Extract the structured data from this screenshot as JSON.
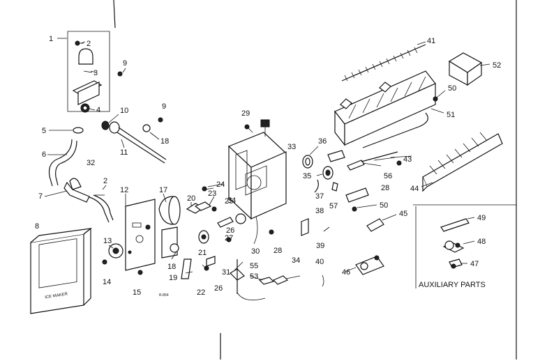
{
  "diagram": {
    "callouts": [
      "1",
      "2",
      "3",
      "9",
      "4",
      "10",
      "9",
      "5",
      "18",
      "6",
      "11",
      "29",
      "32",
      "2",
      "12",
      "17",
      "24",
      "23",
      "20",
      "7",
      "8",
      "25",
      "13",
      "14",
      "18",
      "19",
      "22",
      "27",
      "21",
      "26",
      "31",
      "26",
      "30",
      "28",
      "15",
      "55",
      "53",
      "54",
      "34",
      "38",
      "39",
      "40",
      "33",
      "36",
      "35",
      "37",
      "56",
      "57",
      "28",
      "50",
      "45",
      "46",
      "41",
      "52",
      "50",
      "51",
      "43",
      "44",
      "49",
      "48",
      "47"
    ],
    "auxiliary_label": "AUXILIARY  PARTS",
    "drawing_code": "R-854",
    "panel_text": "ICE MAKER"
  }
}
